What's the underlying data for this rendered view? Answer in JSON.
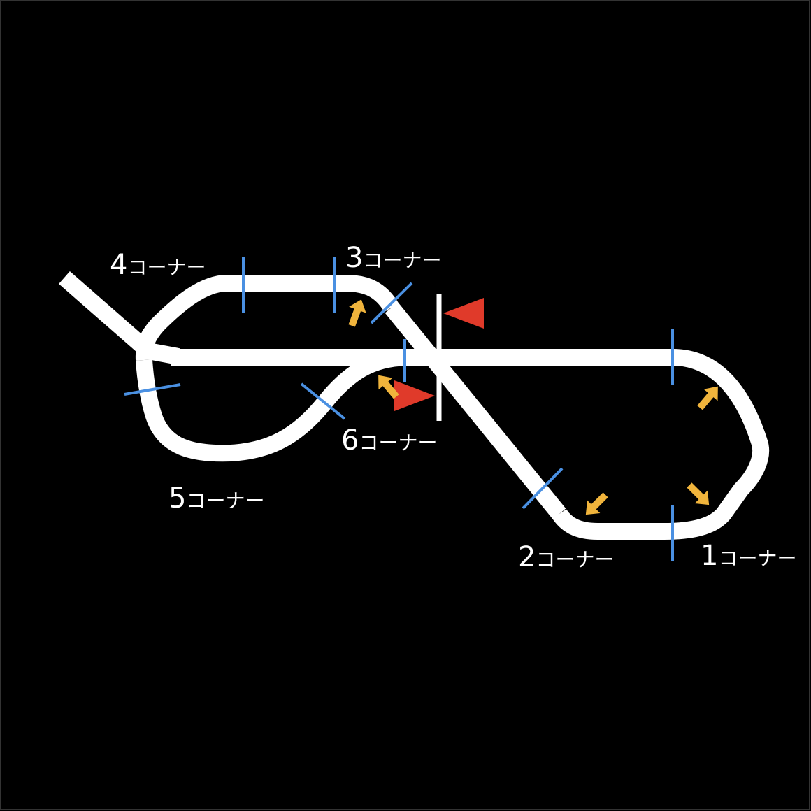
{
  "diagram": {
    "background": "#000000",
    "track_color": "#ffffff",
    "marker_color": "#4a90e2",
    "arrow_color": "#f0b43c",
    "flag_color": "#e03a2a",
    "corners": [
      {
        "id": "1",
        "num": "1",
        "suffix": "コーナー"
      },
      {
        "id": "2",
        "num": "2",
        "suffix": "コーナー"
      },
      {
        "id": "3",
        "num": "3",
        "suffix": "コーナー"
      },
      {
        "id": "4",
        "num": "4",
        "suffix": "コーナー"
      },
      {
        "id": "5",
        "num": "5",
        "suffix": "コーナー"
      },
      {
        "id": "6",
        "num": "6",
        "suffix": "コーナー"
      }
    ]
  }
}
